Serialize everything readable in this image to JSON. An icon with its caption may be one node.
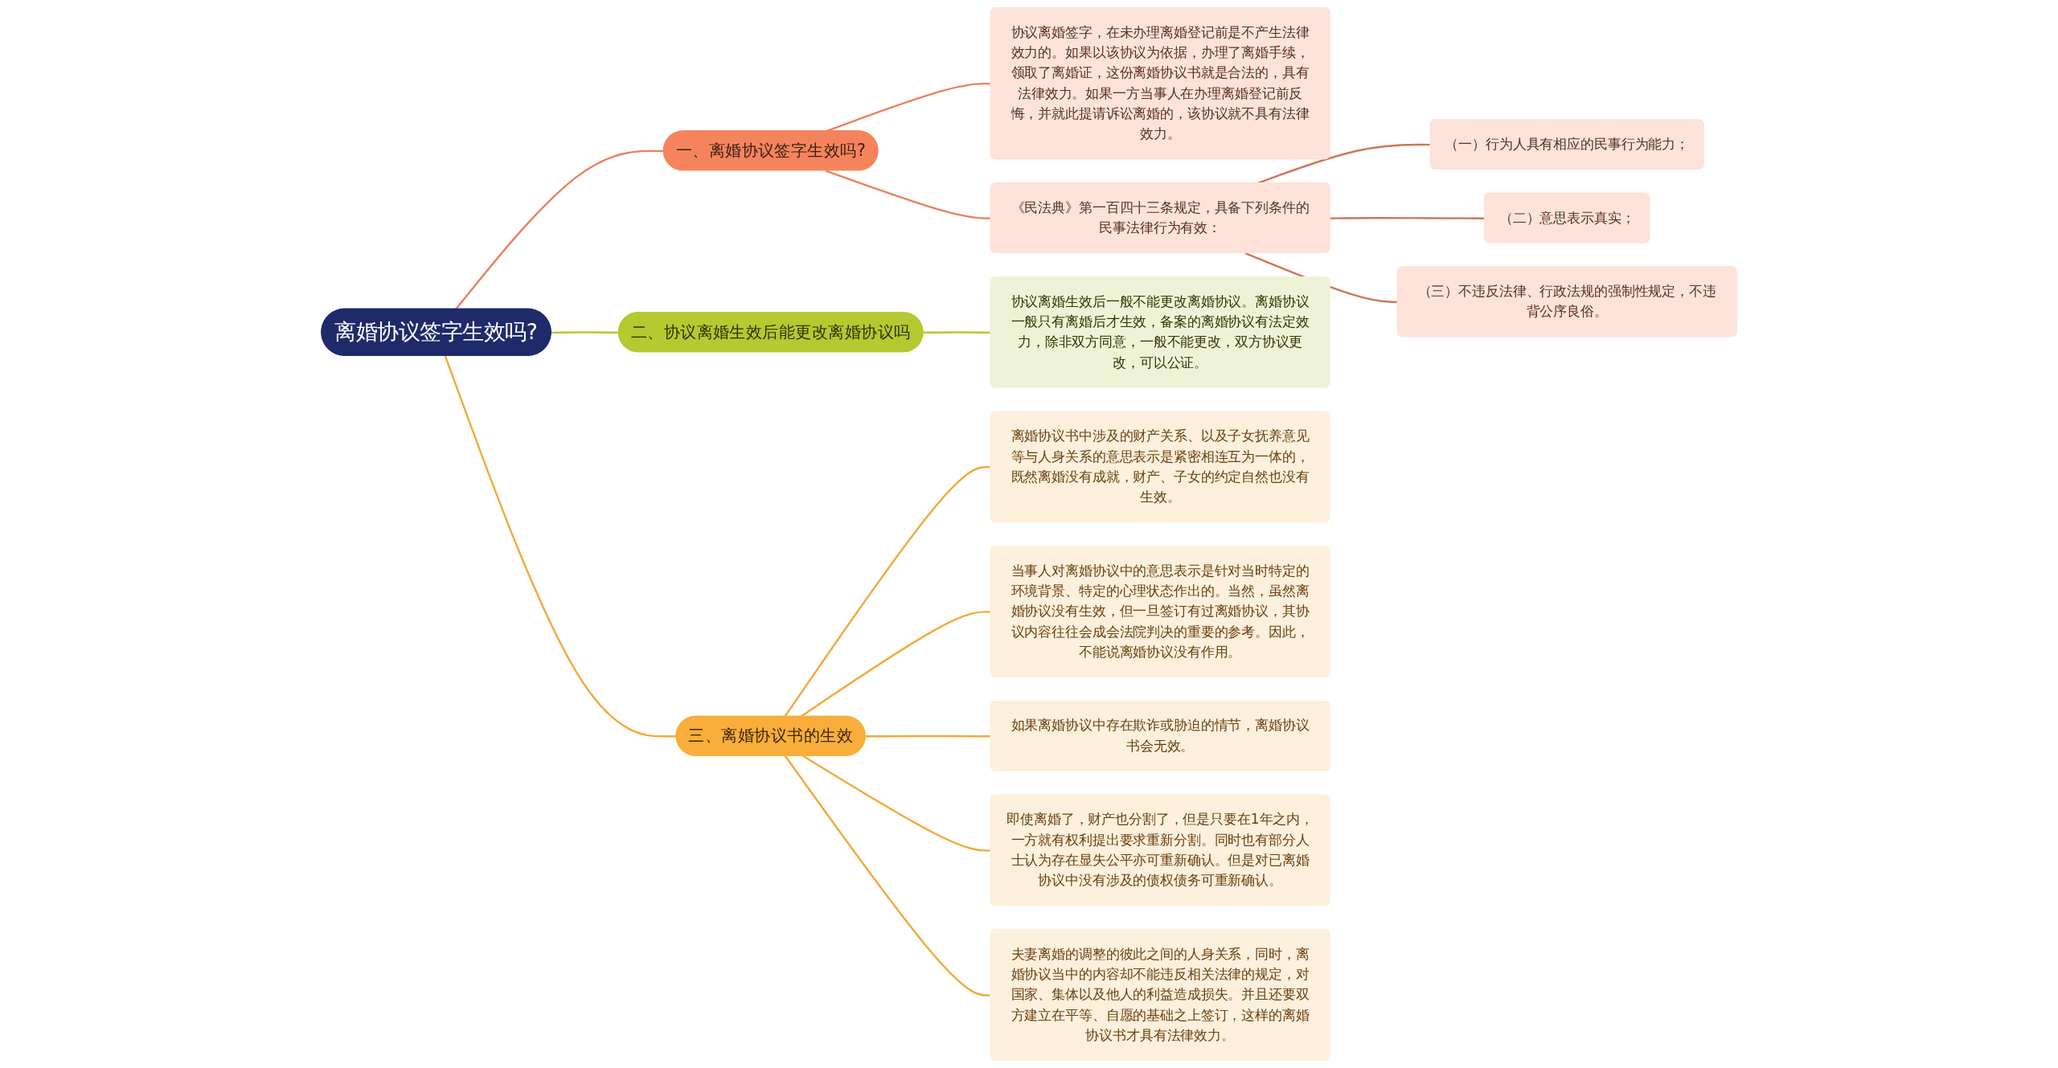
{
  "diagram": {
    "nodes": [
      {
        "text": [
          "离婚协议签字生效吗?"
        ]
      },
      {
        "text": [
          "一、离婚协议签字生效吗?"
        ]
      },
      {
        "text": [
          "协议离婚签字，在未办理离婚登记前是不产生法律效力的。如果以该协议为依据，办理了离婚手续，领取了离婚证，这份离婚协议书就是合法的，具有法律效力。如果一方当事人在办理离婚登记前反悔，并就此提请诉讼离婚的，该协议就不具有法律效力。"
        ]
      },
      {
        "text": [
          "《民法典》第一百四十三条规定，具备下列条件的民事法律行为有效："
        ]
      },
      {
        "text": [
          "（一）行为人具有相应的民事行为能力；"
        ]
      },
      {
        "text": [
          "（二）意思表示真实；"
        ]
      },
      {
        "text": [
          "（三）不违反法律、行政法规的强制性规定，不违背公序良俗。"
        ]
      },
      {
        "text": [
          "二、协议离婚生效后能更改离婚协议吗"
        ]
      },
      {
        "text": [
          "协议离婚生效后一般不能更改离婚协议。离婚协议一般只有离婚后才生效，备案的离婚协议有法定效力，除非双方同意，一般不能更改，双方协议更改，可以公证。"
        ]
      },
      {
        "text": [
          "三、离婚协议书的生效"
        ]
      },
      {
        "text": [
          "离婚协议书中涉及的财产关系、以及子女抚养意见等与人身关系的意思表示是紧密相连互为一体的，既然离婚没有成就，财产、子女的约定自然也没有生效。"
        ]
      },
      {
        "text": [
          "当事人对离婚协议中的意思表示是针对当时特定的环境背景、特定的心理状态作出的。当然，虽然离婚协议没有生效，但一旦签订有过离婚协议，其协议内容往往会成会法院判决的重要的参考。因此，不能说离婚协议没有作用。"
        ]
      },
      {
        "text": [
          "如果离婚协议中存在欺诈或胁迫的情节，离婚协议书会无效。"
        ]
      },
      {
        "text": [
          "即使离婚了，财产也分割了，但是只要在1年之内，一方就有权利提出要求重新分割。同时也有部分人士认为存在显失公平亦可重新确认。但是对已离婚协议中没有涉及的债权债务可重新确认。"
        ]
      },
      {
        "text": [
          "夫妻离婚的调整的彼此之间的人身关系，同时，离婚协议当中的内容却不能违反相关法律的规定，对国家、集体以及他人的利益造成损失。并且还要双方建立在平等、自愿的基础之上签订，这样的离婚协议书才具有法律效力。"
        ]
      }
    ],
    "edges": [
      {
        "from": 0,
        "to": 1,
        "arrow": "none",
        "color": "#e8825f"
      },
      {
        "from": 1,
        "to": 2,
        "arrow": "none",
        "color": "#e8825f"
      },
      {
        "from": 1,
        "to": 3,
        "arrow": "none",
        "color": "#e8825f"
      },
      {
        "from": 3,
        "to": 4,
        "arrow": "none",
        "color": "#d0745a"
      },
      {
        "from": 3,
        "to": 5,
        "arrow": "none",
        "color": "#d0745a"
      },
      {
        "from": 3,
        "to": 6,
        "arrow": "none",
        "color": "#d0745a"
      },
      {
        "from": 0,
        "to": 7,
        "arrow": "none",
        "color": "#b5c930"
      },
      {
        "from": 7,
        "to": 8,
        "arrow": "none",
        "color": "#b5c930"
      },
      {
        "from": 0,
        "to": 9,
        "arrow": "none",
        "color": "#f3a93b"
      },
      {
        "from": 9,
        "to": 10,
        "arrow": "none",
        "color": "#f3a93b"
      },
      {
        "from": 9,
        "to": 11,
        "arrow": "none",
        "color": "#f3a93b"
      },
      {
        "from": 9,
        "to": 12,
        "arrow": "none",
        "color": "#f3a93b"
      },
      {
        "from": 9,
        "to": 13,
        "arrow": "none",
        "color": "#f3a93b"
      },
      {
        "from": 9,
        "to": 14,
        "arrow": "none",
        "color": "#f3a93b"
      }
    ]
  }
}
